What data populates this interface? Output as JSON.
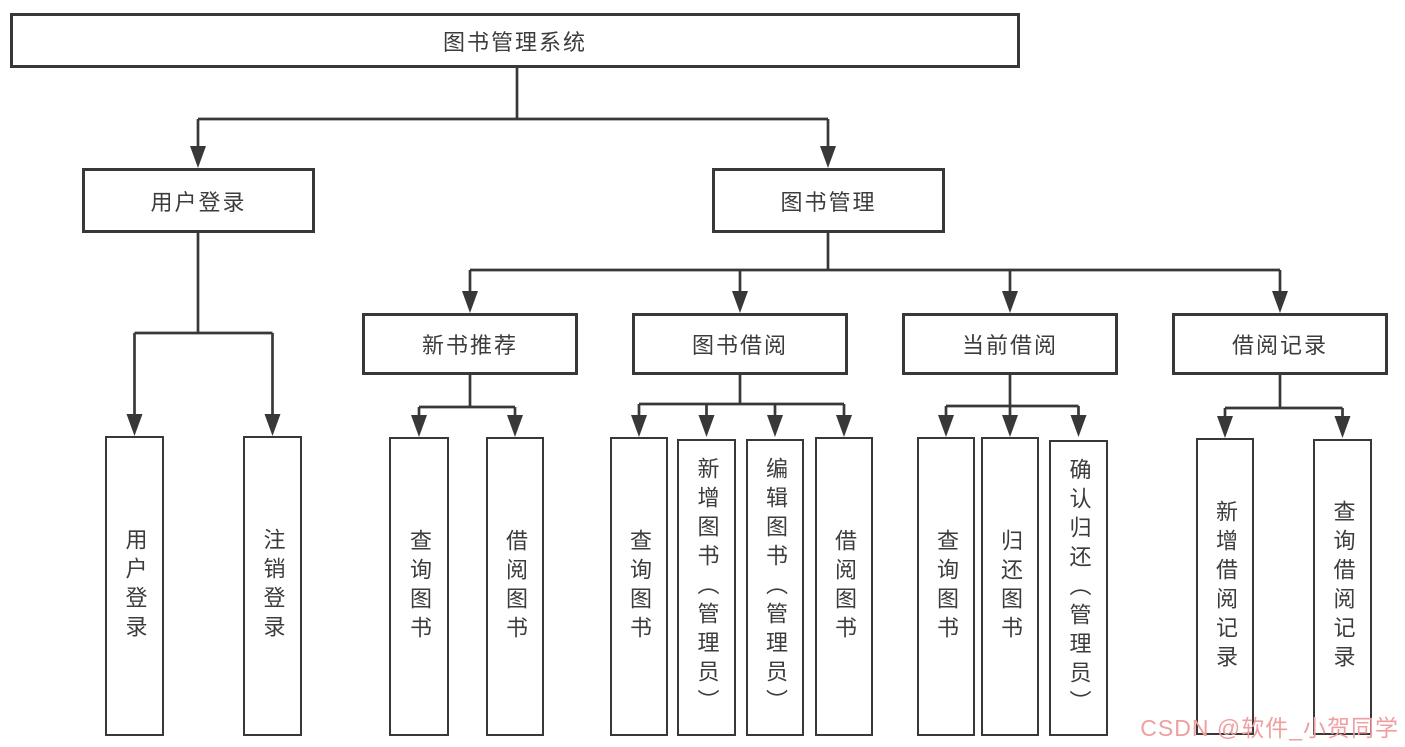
{
  "diagram": {
    "nodes": {
      "root": {
        "label": "图书管理系统"
      },
      "login": {
        "label": "用户登录"
      },
      "mgmt": {
        "label": "图书管理"
      },
      "newrec": {
        "label": "新书推荐"
      },
      "borrow": {
        "label": "图书借阅"
      },
      "current": {
        "label": "当前借阅"
      },
      "records": {
        "label": "借阅记录"
      },
      "userLogin": {
        "label": "用户登录"
      },
      "logout": {
        "label": "注销登录"
      },
      "q1": {
        "label": "查询图书"
      },
      "b1": {
        "label": "借阅图书"
      },
      "q2": {
        "label": "查询图书"
      },
      "add2": {
        "label": "新增图书（管理员）"
      },
      "edit2": {
        "label": "编辑图书（管理员）"
      },
      "b2": {
        "label": "借阅图书"
      },
      "q3": {
        "label": "查询图书"
      },
      "ret3": {
        "label": "归还图书"
      },
      "conf3": {
        "label": "确认归还（管理员）"
      },
      "addrec": {
        "label": "新增借阅记录"
      },
      "qrec": {
        "label": "查询借阅记录"
      }
    },
    "colors": {
      "line": "#383838",
      "text": "#3c3c3c",
      "background": "#ffffff"
    }
  },
  "watermark": {
    "text": "CSDN @软件_小贺同学",
    "color": "#ef9f9f"
  }
}
